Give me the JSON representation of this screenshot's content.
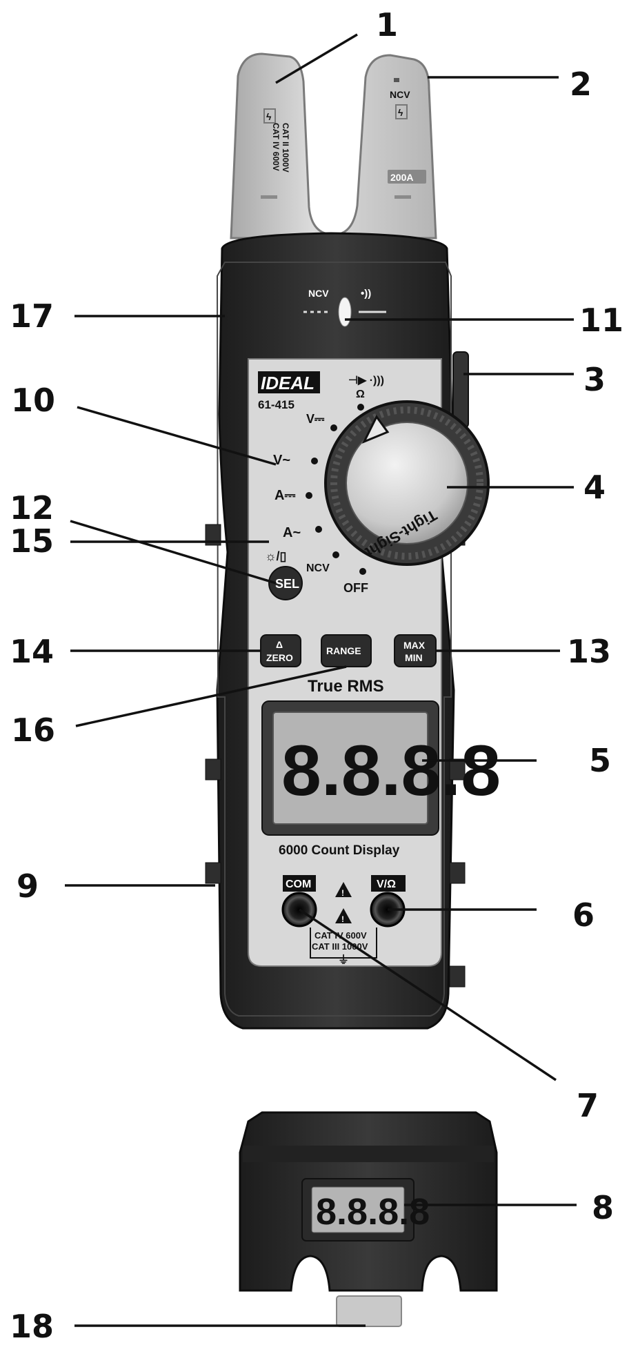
{
  "callouts": {
    "c1": "1",
    "c2": "2",
    "c3": "3",
    "c4": "4",
    "c5": "5",
    "c6": "6",
    "c7": "7",
    "c8": "8",
    "c9": "9",
    "c10": "10",
    "c11": "11",
    "c12": "12",
    "c13": "13",
    "c14": "14",
    "c15": "15",
    "c16": "16",
    "c17": "17",
    "c18": "18"
  },
  "jaw": {
    "ncv": "NCV",
    "cat_line1": "CAT II 1000V",
    "cat_line2": "CAT IV 600V",
    "rating": "200A"
  },
  "top_indicator": {
    "ncv": "NCV",
    "sound": "•))"
  },
  "brand": {
    "logo": "IDEAL",
    "model": "61-415"
  },
  "dial": {
    "name": "Tight-Sight",
    "positions": {
      "vdc": "V⎓",
      "vac": "V~",
      "adc": "A⎓",
      "aac": "A~",
      "ncv": "NCV",
      "off": "OFF",
      "ohm": "Ω"
    }
  },
  "buttons": {
    "sel_icon": "☼/▯",
    "sel": "SEL",
    "zero_delta": "Δ",
    "zero": "ZERO",
    "range": "RANGE",
    "max": "MAX",
    "min": "MIN"
  },
  "display": {
    "true_rms": "True RMS",
    "digits": "8.8.8.8",
    "count_label": "6000 Count Display"
  },
  "jacks": {
    "com": "COM",
    "vohm": "V/Ω",
    "cat_line1": "CAT IV 600V",
    "cat_line2": "CAT III 1000V"
  },
  "remote_display": {
    "digits": "8.8.8.8"
  },
  "colors": {
    "body": "#2b2b2b",
    "faceplate": "#d8d8d8",
    "jaw": "#c6c6c6",
    "lcd": "#b4b4b4"
  }
}
